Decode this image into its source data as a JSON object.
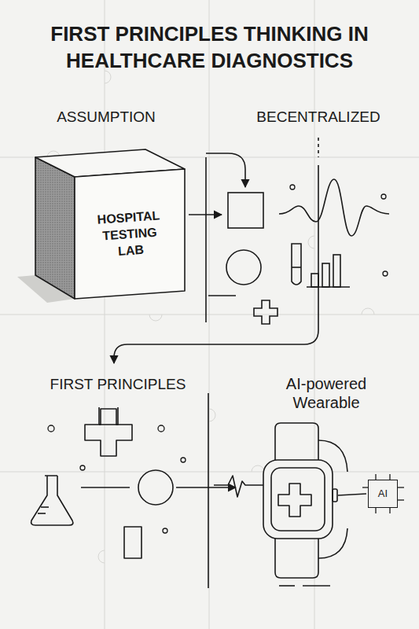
{
  "diagram": {
    "title": "FIRST PRINCIPLES THINKING IN HEALTHCARE DIAGNOSTICS",
    "nodes": [
      {
        "text": [
          "HOSPITAL TESTING LAB"
        ]
      },
      {
        "text": [
          "AI"
        ]
      }
    ],
    "labels": [
      "ASSUMPTION",
      "BECENTRALIZED",
      "FIRST PRINCIPLES",
      "AI-powered Wearable"
    ]
  }
}
